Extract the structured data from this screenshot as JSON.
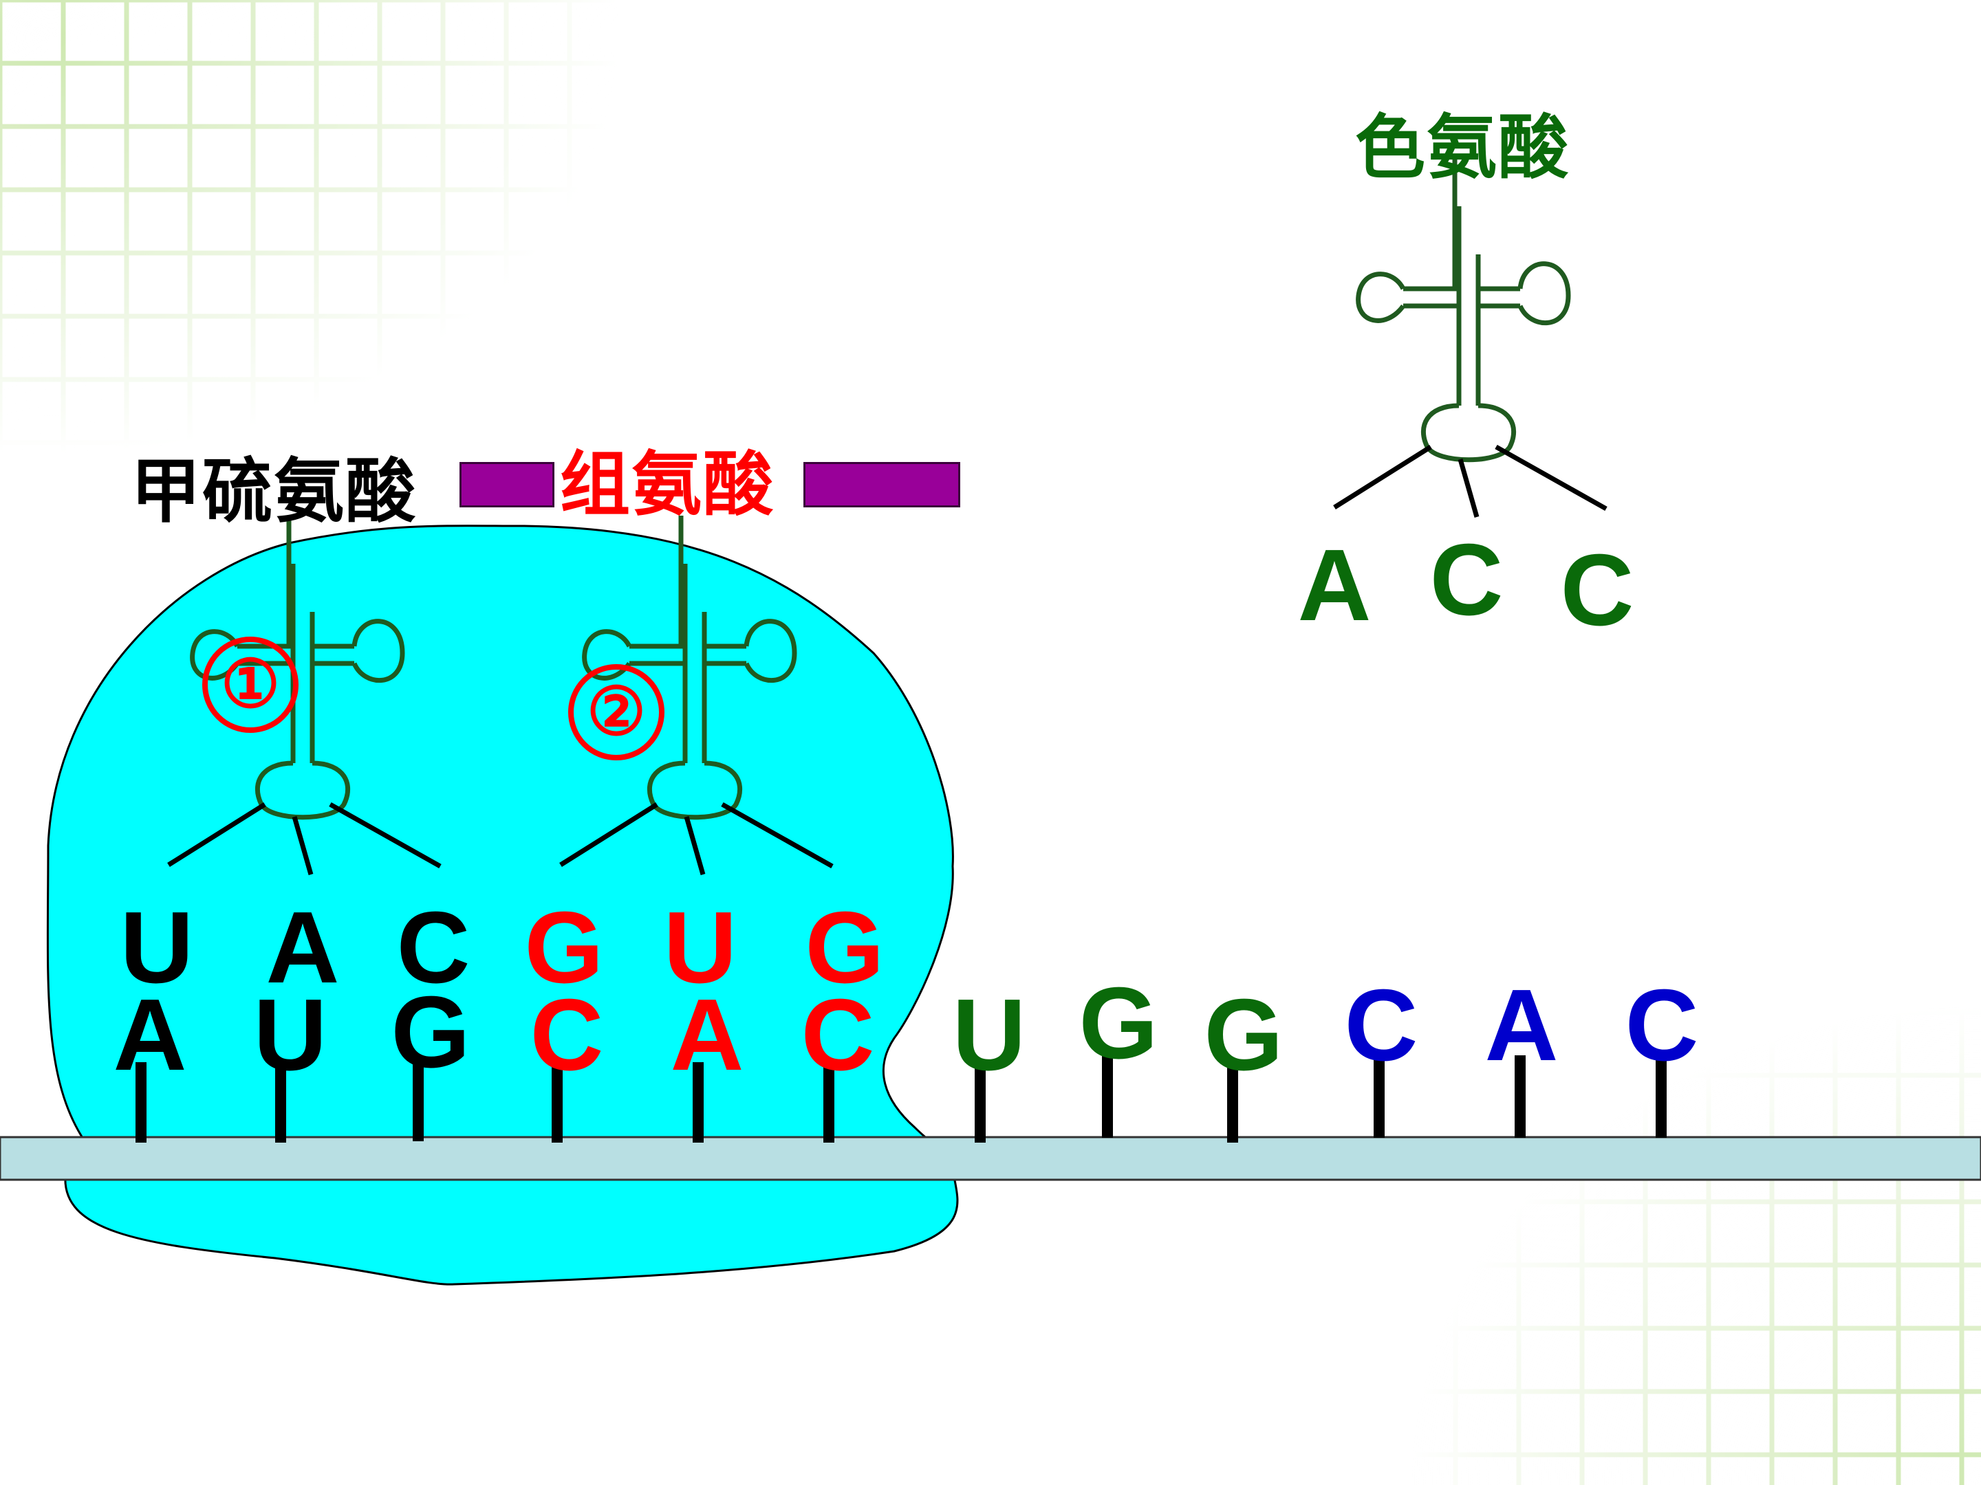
{
  "colors": {
    "ribosome": "#00ffff",
    "mrna_strip": "#b8dfe3",
    "black": "#000000",
    "red": "#ff0000",
    "green": "#0a6a0a",
    "blue": "#0000cc",
    "purple": "#990099",
    "trna_line": "#1f5a1f"
  },
  "amino_acids": {
    "met": "甲硫氨酸",
    "his": "组氨酸",
    "trp": "色氨酸"
  },
  "trna_labels": {
    "first": "①",
    "second": "②"
  },
  "anticodons": {
    "trna1": [
      "U",
      "A",
      "C"
    ],
    "trna2": [
      "G",
      "U",
      "G"
    ],
    "trna3": [
      "A",
      "C",
      "C"
    ]
  },
  "mrna_bases": [
    "A",
    "U",
    "G",
    "C",
    "A",
    "C",
    "U",
    "G",
    "G",
    "C",
    "A",
    "C"
  ]
}
